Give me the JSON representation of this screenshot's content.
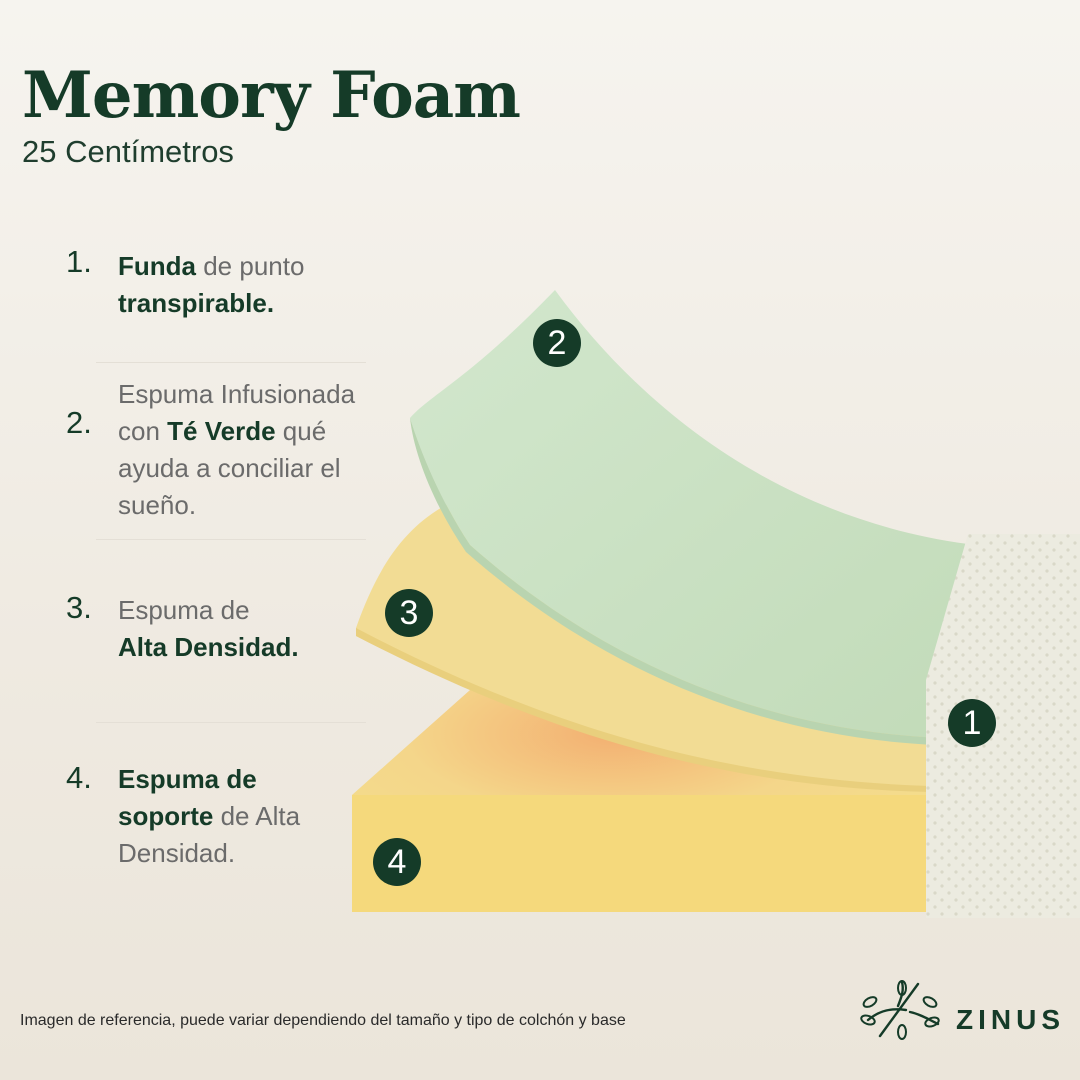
{
  "header": {
    "title": "Memory Foam",
    "subtitle": "25 Centímetros"
  },
  "layers": [
    {
      "number": "1.",
      "segments": [
        {
          "text": "Funda",
          "bold": true
        },
        {
          "text": " de punto ",
          "bold": false
        },
        {
          "text": "transpirable.",
          "bold": true
        }
      ]
    },
    {
      "number": "2.",
      "segments": [
        {
          "text": "Espuma Infusionada con ",
          "bold": false
        },
        {
          "text": "Té Verde",
          "bold": true
        },
        {
          "text": " qué ayuda a conciliar el sueño.",
          "bold": false
        }
      ]
    },
    {
      "number": "3.",
      "segments": [
        {
          "text": "Espuma de ",
          "bold": false
        },
        {
          "text": "Alta Densidad.",
          "bold": true
        }
      ]
    },
    {
      "number": "4.",
      "segments": [
        {
          "text": "Espuma de soporte",
          "bold": true
        },
        {
          "text": " de Alta Densidad.",
          "bold": false
        }
      ]
    }
  ],
  "badges": [
    "1",
    "2",
    "3",
    "4"
  ],
  "footnote": "Imagen de referencia, puede variar dependiendo del tamaño y tipo de colchón y base",
  "brand": {
    "name": "ZINUS",
    "logo_icon": "leaf-wreath-icon"
  },
  "colors": {
    "brand_green": "#153b28",
    "text_gray": "#6b6b6b",
    "green_foam": "#c9dfc2",
    "yellow_foam": "#f2dc92",
    "support_foam": "#f4d982",
    "cover": "#ecebe0"
  }
}
